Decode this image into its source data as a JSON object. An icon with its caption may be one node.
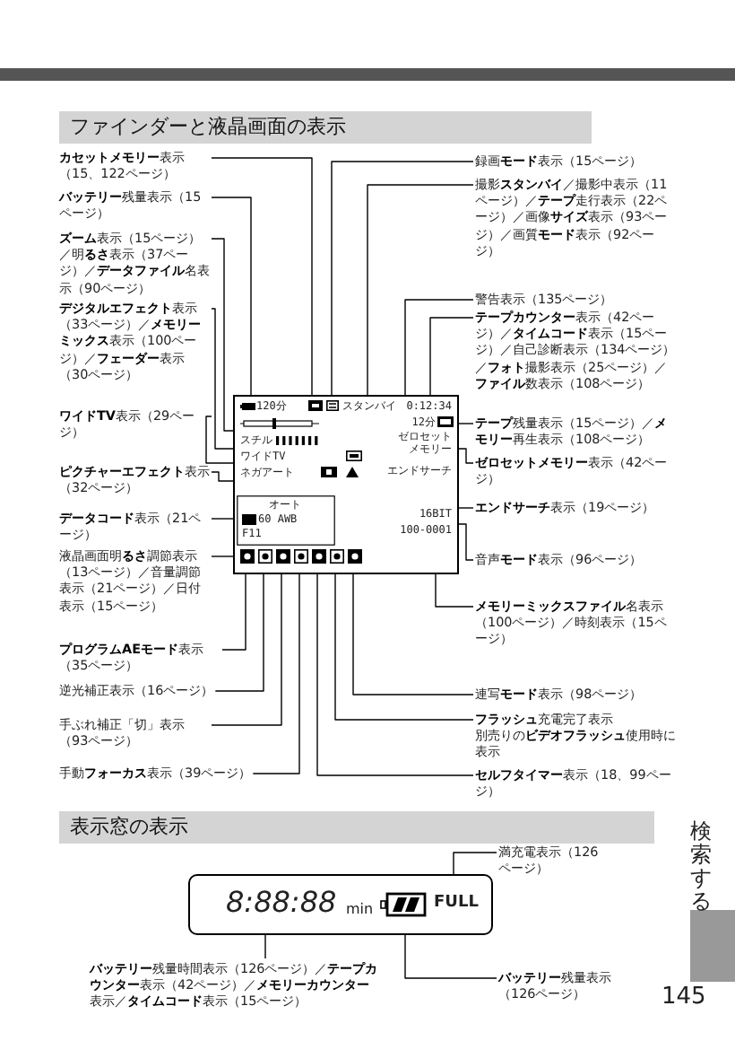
{
  "diagram": {
    "nodes": [
      {
        "text": [
          "ファインダーと液晶画面の表示"
        ]
      },
      {
        "text": [
          "120分",
          "スタンバイ",
          "0:12:34",
          "12分",
          "スチル",
          "ワイドTV",
          "ネガアート",
          "ゼロセットメモリー",
          "エンドサーチ",
          "オート",
          "60 AWB",
          "F11",
          "16BIT",
          "100-0001"
        ]
      },
      {
        "text": [
          "**カセットメモリー**表示（15、122ページ）"
        ]
      },
      {
        "text": [
          "**バッテリー**残量表示（15ページ）"
        ]
      },
      {
        "text": [
          "**ズーム**表示（15ページ）／明**るさ**表示（37ページ）／**データファイル**名表示（90ページ）"
        ]
      },
      {
        "text": [
          "**デジタルエフェクト**表示（33ページ）／**メモリーミックス**表示（100ページ）／**フェーダー**表示（30ページ）"
        ]
      },
      {
        "text": [
          "**ワイドTV**表示（29ページ）"
        ]
      },
      {
        "text": [
          "**ピクチャーエフェクト**表示（32ページ）"
        ]
      },
      {
        "text": [
          "**データコード**表示（21ページ）"
        ]
      },
      {
        "text": [
          "液晶画面明**るさ**調節表示（13ページ）／音量調節表示（21ページ）／日付表示（15ページ）"
        ]
      },
      {
        "text": [
          "**プログラムAEモード**表示（35ページ）"
        ]
      },
      {
        "text": [
          "逆光補正表示（16ページ）"
        ]
      },
      {
        "text": [
          "手ぶれ補正「切」表示（93ページ）"
        ]
      },
      {
        "text": [
          "手動**フォーカス**表示（39ページ）"
        ]
      },
      {
        "text": [
          "録画**モード**表示（15ページ）"
        ]
      },
      {
        "text": [
          "撮影**スタンバイ**／撮影中表示（11ページ）／**テープ**走行表示（22ページ）／画像**サイズ**表示（93ページ）／画質**モード**表示（92ページ）"
        ]
      },
      {
        "text": [
          "警告表示（135ページ）"
        ]
      },
      {
        "text": [
          "**テープカウンター**表示（42ページ）／**タイムコード**表示（15ページ）／自己診断表示（134ページ）／**フォト**撮影表示（25ページ）／**ファイル**数表示（108ページ）"
        ]
      },
      {
        "text": [
          "**テープ**残量表示（15ページ）／**メモリー**再生表示（108ページ）"
        ]
      },
      {
        "text": [
          "**ゼロセットメモリー**表示（42ページ）"
        ]
      },
      {
        "text": [
          "**エンドサーチ**表示（19ページ）"
        ]
      },
      {
        "text": [
          "音声**モード**表示（96ページ）"
        ]
      },
      {
        "text": [
          "**メモリーミックスファイル**名表示（100ページ）／時刻表示（15ページ）"
        ]
      },
      {
        "text": [
          "連写**モード**表示（98ページ）"
        ]
      },
      {
        "text": [
          "**フラッシュ**充電完了表示",
          "別売りの**ビデオフラッシュ**使用時に表示"
        ]
      },
      {
        "text": [
          "**セルフタイマー**表示（18、99ページ）"
        ]
      },
      {
        "text": [
          "表示窓の表示"
        ]
      },
      {
        "text": [
          "8:88:88",
          "min",
          "FULL"
        ]
      },
      {
        "text": [
          "満充電表示（126ページ）"
        ]
      },
      {
        "text": [
          "**バッテリー**残量時間表示（126ページ）／**テープカウンター**表示（42ページ）／**メモリーカウンター**表示／**タイムコード**表示（15ページ）"
        ]
      },
      {
        "text": [
          "**バッテリー**残量表示（126ページ）"
        ]
      }
    ],
    "edges": [
      {
        "from": 2,
        "to": 1,
        "arrow": "none"
      },
      {
        "from": 3,
        "to": 1,
        "arrow": "none"
      },
      {
        "from": 4,
        "to": 1,
        "arrow": "none"
      },
      {
        "from": 5,
        "to": 1,
        "arrow": "none"
      },
      {
        "from": 6,
        "to": 1,
        "arrow": "none"
      },
      {
        "from": 7,
        "to": 1,
        "arrow": "none"
      },
      {
        "from": 8,
        "to": 1,
        "arrow": "none"
      },
      {
        "from": 9,
        "to": 1,
        "arrow": "none"
      },
      {
        "from": 10,
        "to": 1,
        "arrow": "none"
      },
      {
        "from": 11,
        "to": 1,
        "arrow": "none"
      },
      {
        "from": 12,
        "to": 1,
        "arrow": "none"
      },
      {
        "from": 13,
        "to": 1,
        "arrow": "none"
      },
      {
        "from": 14,
        "to": 1,
        "arrow": "none"
      },
      {
        "from": 15,
        "to": 1,
        "arrow": "none"
      },
      {
        "from": 16,
        "to": 1,
        "arrow": "none"
      },
      {
        "from": 17,
        "to": 1,
        "arrow": "none"
      },
      {
        "from": 18,
        "to": 1,
        "arrow": "none"
      },
      {
        "from": 19,
        "to": 1,
        "arrow": "none"
      },
      {
        "from": 20,
        "to": 1,
        "arrow": "none"
      },
      {
        "from": 21,
        "to": 1,
        "arrow": "none"
      },
      {
        "from": 22,
        "to": 1,
        "arrow": "none"
      },
      {
        "from": 23,
        "to": 1,
        "arrow": "none"
      },
      {
        "from": 24,
        "to": 1,
        "arrow": "none"
      },
      {
        "from": 25,
        "to": 1,
        "arrow": "none"
      },
      {
        "from": 28,
        "to": 27,
        "arrow": "none"
      },
      {
        "from": 29,
        "to": 27,
        "arrow": "none"
      },
      {
        "from": 30,
        "to": 27,
        "arrow": "none"
      }
    ],
    "labels": [
      "検索する",
      "145"
    ]
  }
}
